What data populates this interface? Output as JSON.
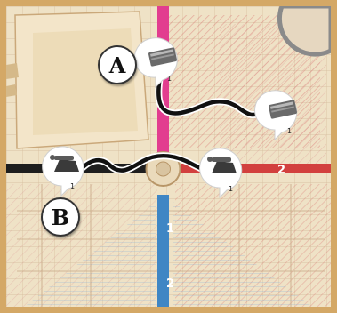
{
  "labels": {
    "a": "A",
    "b": "B"
  },
  "track_numbers": {
    "red_near": "2",
    "blue_first": "1",
    "blue_second": "2"
  },
  "tokens": {
    "a_start": "1",
    "a_end": "1",
    "b_start": "1",
    "b_end": "1"
  },
  "colors": {
    "magenta_track": "#e23d8f",
    "black_track": "#1e1e1e",
    "red_track": "#d2403e",
    "blue_track": "#3f86c4",
    "paper": "#efe2c6",
    "hatch": "#d96a6a"
  },
  "icons": [
    "newspaper-token-icon",
    "typewriter-token-icon",
    "move-arrow-icon"
  ]
}
